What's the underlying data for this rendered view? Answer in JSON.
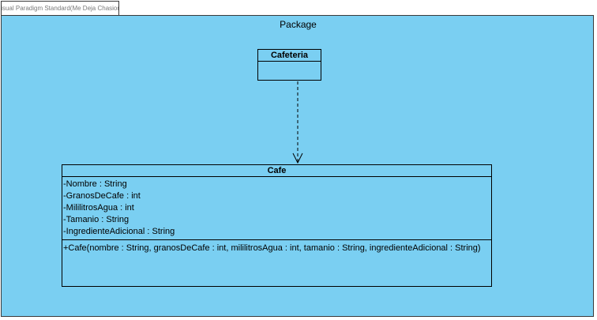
{
  "package": {
    "tab_label": "Visual Paradigm Standard(Me Deja Chasion(Universidad de La Frontera))",
    "name": "Package"
  },
  "classes": {
    "cafeteria": {
      "name": "Cafeteria"
    },
    "cafe": {
      "name": "Cafe",
      "attributes": [
        "-Nombre : String",
        "-GranosDeCafe : int",
        "-MililitrosAgua : int",
        "-Tamanio : String",
        "-IngredienteAdicional : String"
      ],
      "operations": [
        "+Cafe(nombre : String, granosDeCafe : int, mililitrosAgua : int, tamanio : String, ingredienteAdicional : String)"
      ]
    }
  },
  "relationship": {
    "type": "dependency",
    "from": "Cafeteria",
    "to": "Cafe"
  },
  "colors": {
    "package_fill": "#7acff2",
    "border": "#000000"
  }
}
